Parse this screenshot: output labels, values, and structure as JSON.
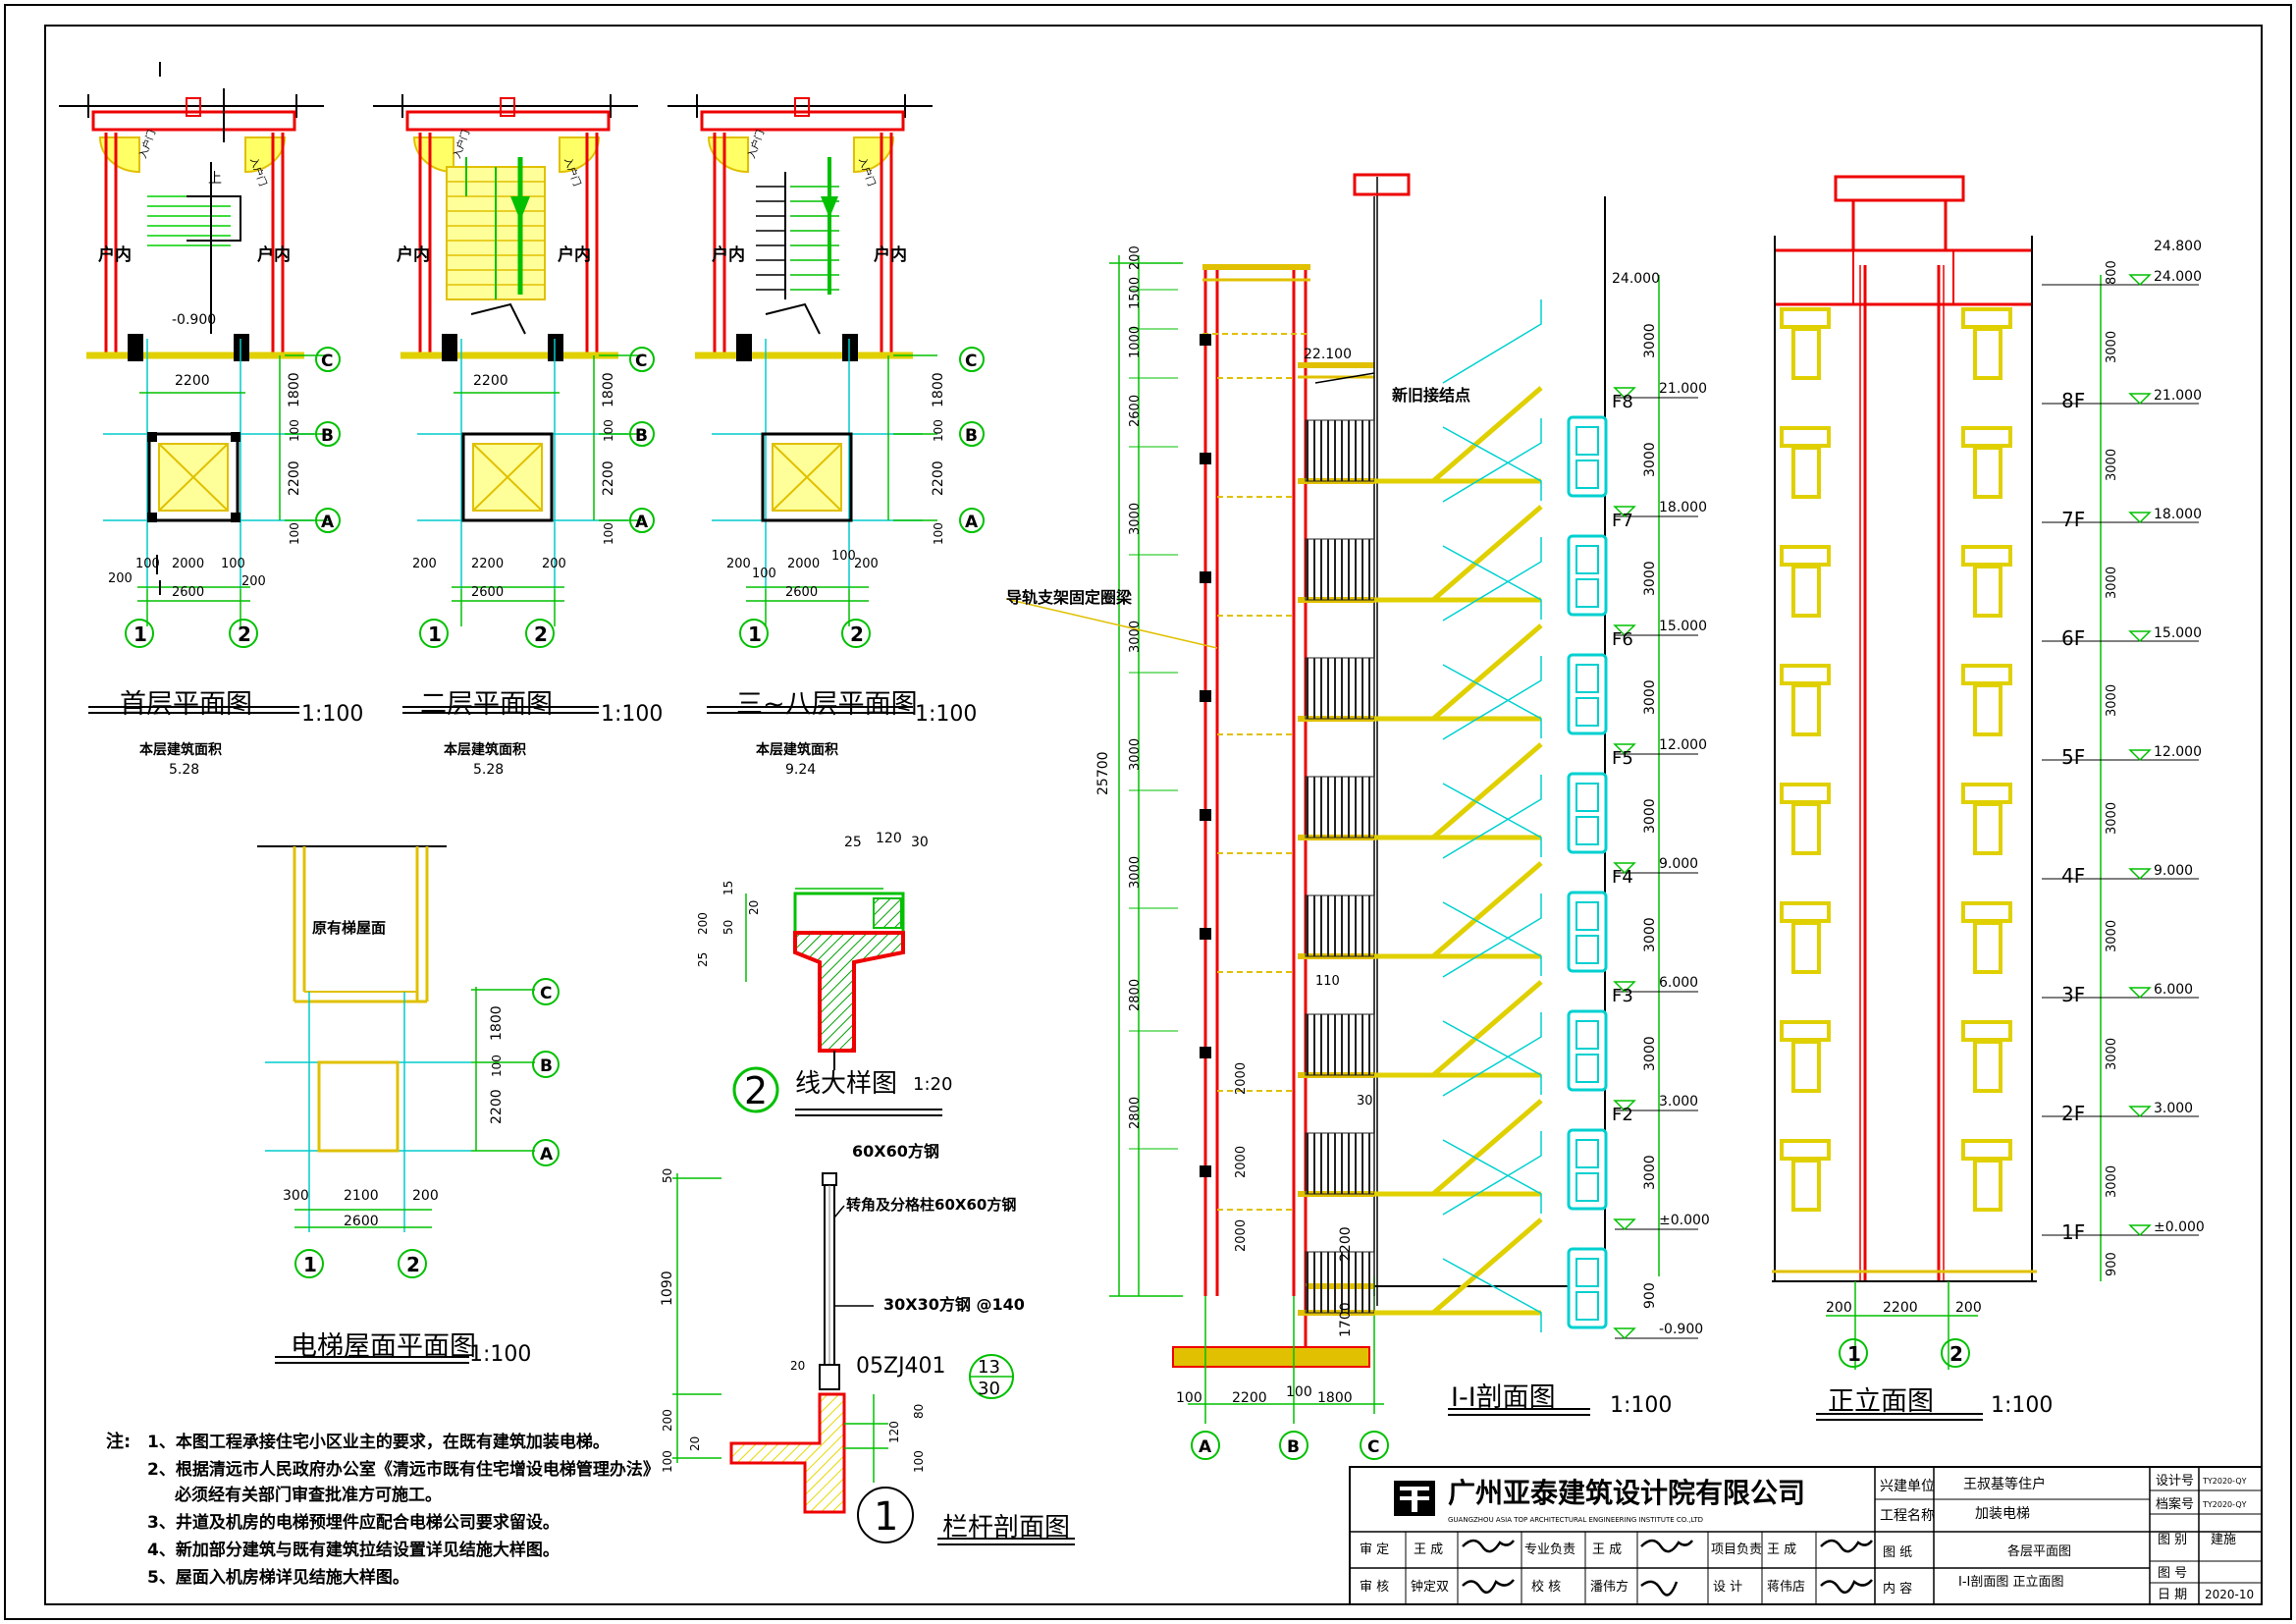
{
  "plans": {
    "p1": {
      "title": "首层平面图",
      "scale": "1:100",
      "area_label": "本层建筑面积",
      "area": "5.28",
      "entry": "入户门",
      "room": "户内",
      "up": "上",
      "level": "-0.900",
      "d_top": "2200",
      "d_ca": "1800",
      "d_ab": "2200",
      "d_b1": "100",
      "d_a1": "100",
      "b_200l": "200",
      "b_100l": "100",
      "b_2000": "2000",
      "b_100r": "100",
      "b_200r": "200",
      "b_2600": "2600",
      "sec": "I"
    },
    "p2": {
      "title": "二层平面图",
      "scale": "1:100",
      "area_label": "本层建筑面积",
      "area": "5.28",
      "entry": "入户门",
      "room": "户内",
      "d_top": "2200",
      "d_ca": "1800",
      "d_ab": "2200",
      "d_b1": "100",
      "d_a1": "100",
      "b_200l": "200",
      "b_2200": "2200",
      "b_200r": "200",
      "b_2600": "2600"
    },
    "p3": {
      "title": "三~八层平面图",
      "scale": "1:100",
      "area_label": "本层建筑面积",
      "area": "9.24",
      "entry": "入户门",
      "room": "户内",
      "d_ca": "1800",
      "d_ab": "2200",
      "d_b1": "100",
      "d_a1": "100",
      "b_200l": "200",
      "b_100l": "100",
      "b_2000": "2000",
      "b_100r": "100",
      "b_200r": "200",
      "b_2600": "2600"
    }
  },
  "axes": {
    "A": "A",
    "B": "B",
    "C": "C",
    "one": "1",
    "two": "2"
  },
  "roofplan": {
    "title": "电梯屋面平面图",
    "scale": "1:100",
    "note": "原有梯屋面",
    "d_ca": "1800",
    "d_b1": "100",
    "d_ab": "2200",
    "b_300": "300",
    "b_2100": "2100",
    "b_200": "200",
    "b_2600": "2600"
  },
  "detail2": {
    "num": "2",
    "title": "线大样图",
    "scale": "1:20",
    "d25a": "25",
    "d120": "120",
    "d30": "30",
    "d15": "15",
    "d20": "20",
    "d50": "50",
    "d200": "200",
    "d25b": "25"
  },
  "railing": {
    "num": "1",
    "title": "栏杆剖面图",
    "tube1": "60X60方钢",
    "tube2": "转角及分格柱60X60方钢",
    "bar": "30X30方钢 @140",
    "ref": "05ZJ401",
    "ref_top": "13",
    "ref_bot": "30",
    "d50": "50",
    "d1090": "1090",
    "d200": "200",
    "d100": "100",
    "d20a": "20",
    "d20b": "20",
    "d120": "120",
    "d80": "80",
    "d100b": "100"
  },
  "section": {
    "title": "I-I剖面图",
    "scale": "1:100",
    "tie": "新旧接结点",
    "guide": "导轨支架固定圈梁",
    "top_elev": "24.000",
    "elev_22": "22.100",
    "d110": "110",
    "d30": "30",
    "floor_labels": [
      "F8",
      "F7",
      "F6",
      "F5",
      "F4",
      "F3",
      "F2"
    ],
    "elevations": [
      "21.000",
      "18.000",
      "15.000",
      "12.000",
      "9.000",
      "6.000",
      "3.000",
      "±0.000",
      "-0.900"
    ],
    "right_dims": [
      "3000",
      "3000",
      "3000",
      "3000",
      "3000",
      "3000",
      "3000",
      "3000",
      "900"
    ],
    "left_dims": [
      "200",
      "1500",
      "1000",
      "2600",
      "3000",
      "3000",
      "3000",
      "3000",
      "2800",
      "2800"
    ],
    "total": "25700",
    "pit_dims": [
      "2000",
      "2000",
      "2000"
    ],
    "d2200": "2200",
    "d1700": "1700",
    "bottom_dims": [
      "100",
      "2200",
      "100",
      "1800"
    ]
  },
  "elevation": {
    "title": "正立面图",
    "scale": "1:100",
    "top": "24.800",
    "levels": [
      "24.000",
      "21.000",
      "18.000",
      "15.000",
      "12.000",
      "9.000",
      "6.000",
      "3.000",
      "±0.000"
    ],
    "floors": [
      "8F",
      "7F",
      "6F",
      "5F",
      "4F",
      "3F",
      "2F",
      "1F"
    ],
    "dims": [
      "800",
      "3000",
      "3000",
      "3000",
      "3000",
      "3000",
      "3000",
      "3000",
      "3000",
      "900"
    ],
    "bottom": [
      "200",
      "2200",
      "200"
    ]
  },
  "notes": {
    "label": "注:",
    "items": [
      "1、本图工程承接住宅小区业主的要求，在既有建筑加装电梯。",
      "2、根据清远市人民政府办公室《清远市既有住宅增设电梯管理办法》",
      "必须经有关部门审查批准方可施工。",
      "3、井道及机房的电梯预埋件应配合电梯公司要求留设。",
      "4、新加部分建筑与既有建筑拉结设置详见结施大样图。",
      "5、屋面入机房梯详见结施大样图。"
    ]
  },
  "titleblock": {
    "company": "广州亚泰建筑设计院有限公司",
    "company_en": "GUANGZHOU ASIA TOP ARCHITECTURAL ENGINEERING INSTITUTE CO.,LTD",
    "client_label": "兴建单位",
    "client": "王叔基等住户",
    "project_label": "工程名称",
    "project": "加装电梯",
    "code_label": "设计号",
    "code": "TY2020-QY",
    "file_label": "档案号",
    "file": "TY2020-QY",
    "stage_label": "图 别",
    "stage": "建施",
    "num_label": "图 号",
    "num": "",
    "date_label": "日 期",
    "date": "2020-10",
    "approve": "审 定",
    "approve_name": "王 成",
    "check": "审 核",
    "check_name": "钟定双",
    "lead": "专业负责",
    "lead_name": "王 成",
    "proof": "校 核",
    "proof_name": "潘伟方",
    "pm": "项目负责",
    "pm_name": "王 成",
    "design": "设 计",
    "design_name": "蒋伟店",
    "sheet_label": "图 纸",
    "content_label": "内 容",
    "content1": "各层平面图",
    "content2": "I-I剖面图 正立面图"
  }
}
